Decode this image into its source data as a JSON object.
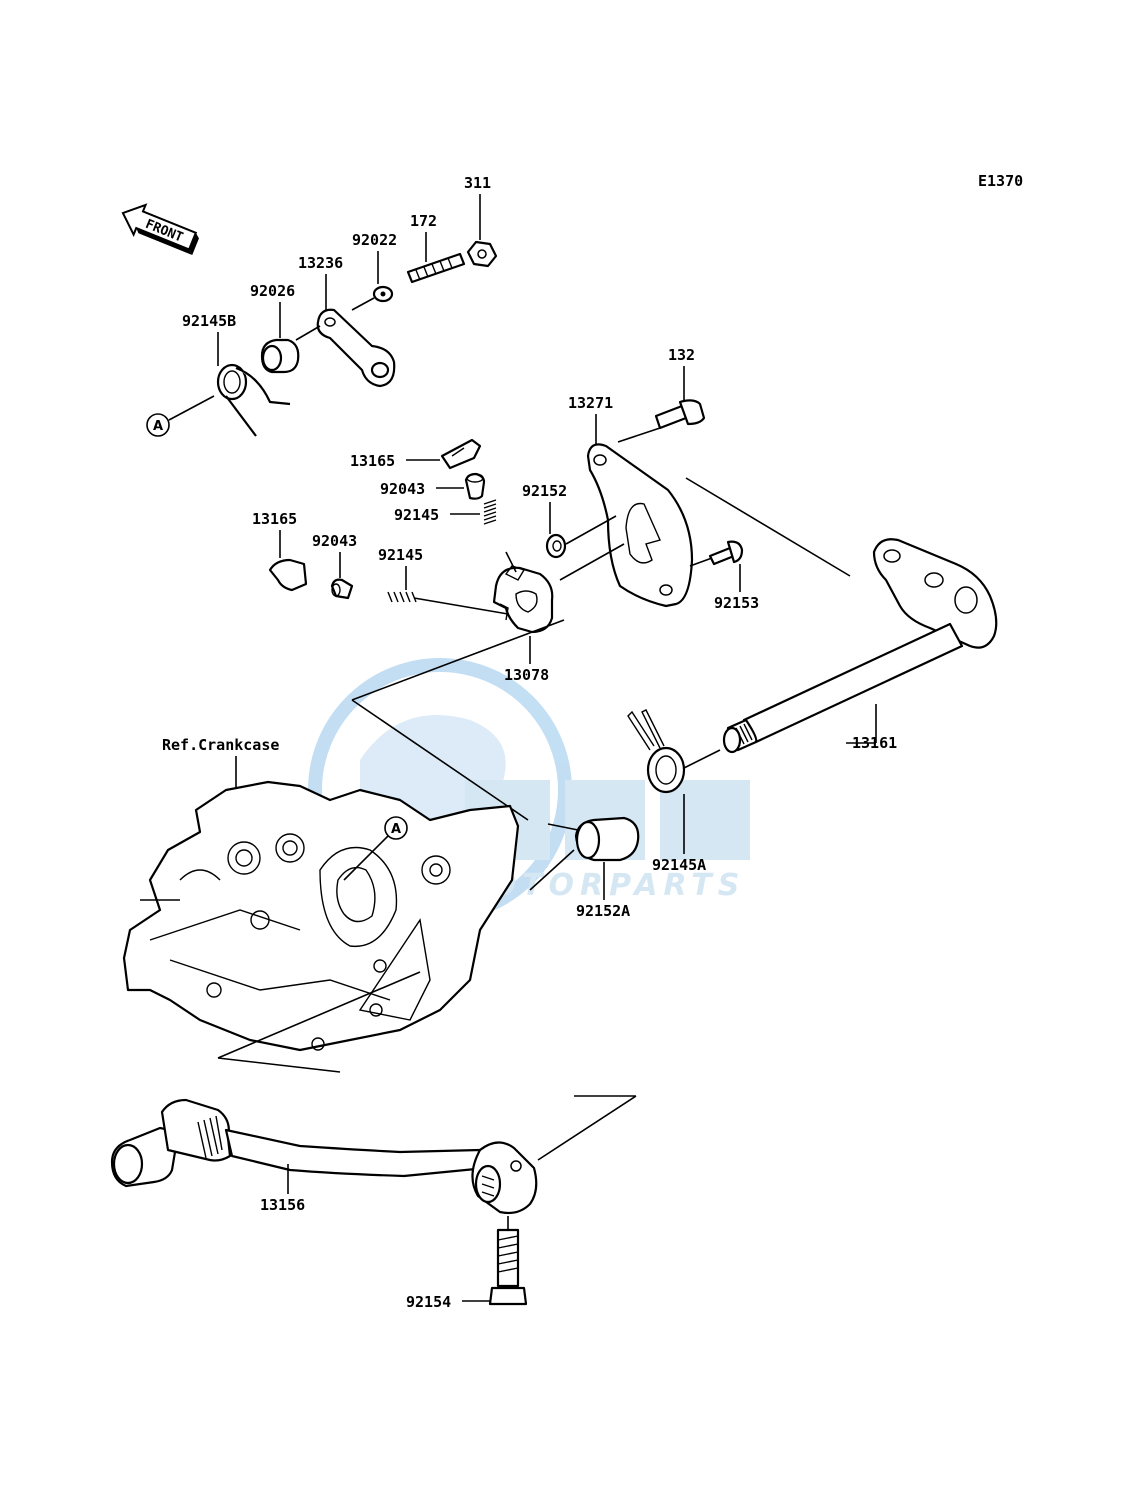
{
  "diagram_code": "E1370",
  "front_label": "FRONT",
  "ref_label": "Ref.Crankcase",
  "callout_marker": "A",
  "watermark": {
    "main": "OSM",
    "sub": "MOTORPARTS",
    "color": "#cfe3f3",
    "accent": "#b9d9f1"
  },
  "parts": {
    "p311": "311",
    "p172": "172",
    "p92022": "92022",
    "p13236": "13236",
    "p92026": "92026",
    "p92145B": "92145B",
    "p132": "132",
    "p13271": "13271",
    "p13165a": "13165",
    "p92043a": "92043",
    "p92152": "92152",
    "p92145a": "92145",
    "p13165b": "13165",
    "p92043b": "92043",
    "p92145b": "92145",
    "p92153": "92153",
    "p13078": "13078",
    "p13161": "13161",
    "p92145A": "92145A",
    "p92152A": "92152A",
    "p13156": "13156",
    "p92154": "92154"
  }
}
